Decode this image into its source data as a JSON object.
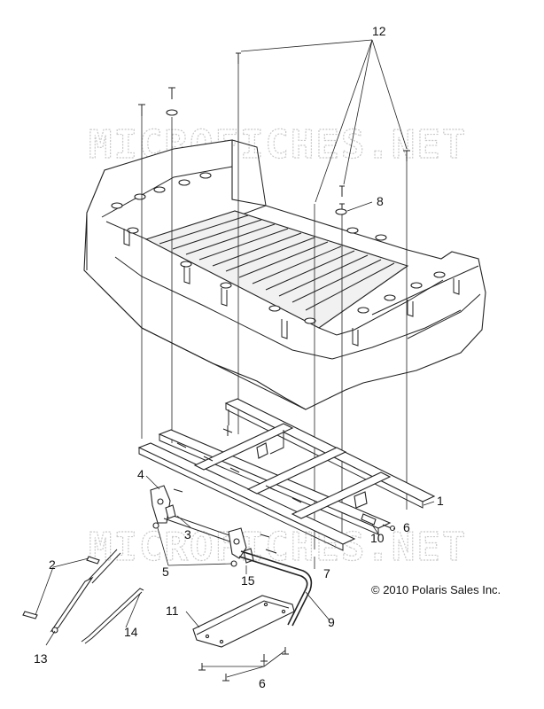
{
  "watermark": "MICROFICHES.NET",
  "copyright": "© 2010 Polaris Sales Inc.",
  "callouts": [
    "1",
    "2",
    "3",
    "4",
    "5",
    "6",
    "6",
    "7",
    "8",
    "9",
    "10",
    "11",
    "12",
    "13",
    "14",
    "15"
  ]
}
